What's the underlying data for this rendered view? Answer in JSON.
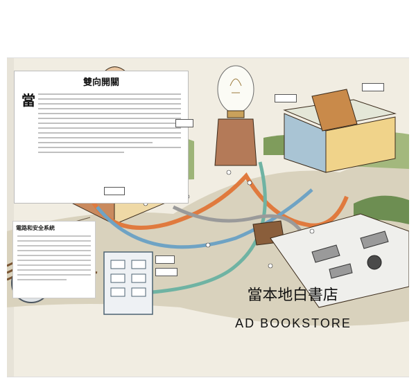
{
  "panel": {
    "title": "雙向開關",
    "dropcap": "當"
  },
  "side_note": {
    "title": "電路和安全系統"
  },
  "watermark": {
    "logo_text": "當本地白書店",
    "name": "AD BOOKSTORE"
  },
  "colors": {
    "page_bg": "#f1ede2",
    "grass": "#8fa868",
    "terracotta": "#c8895a",
    "cable_orange": "#e07a3e",
    "cable_blue": "#6fa3c4",
    "cable_teal": "#6fb3a3",
    "brick": "#b47a58"
  }
}
